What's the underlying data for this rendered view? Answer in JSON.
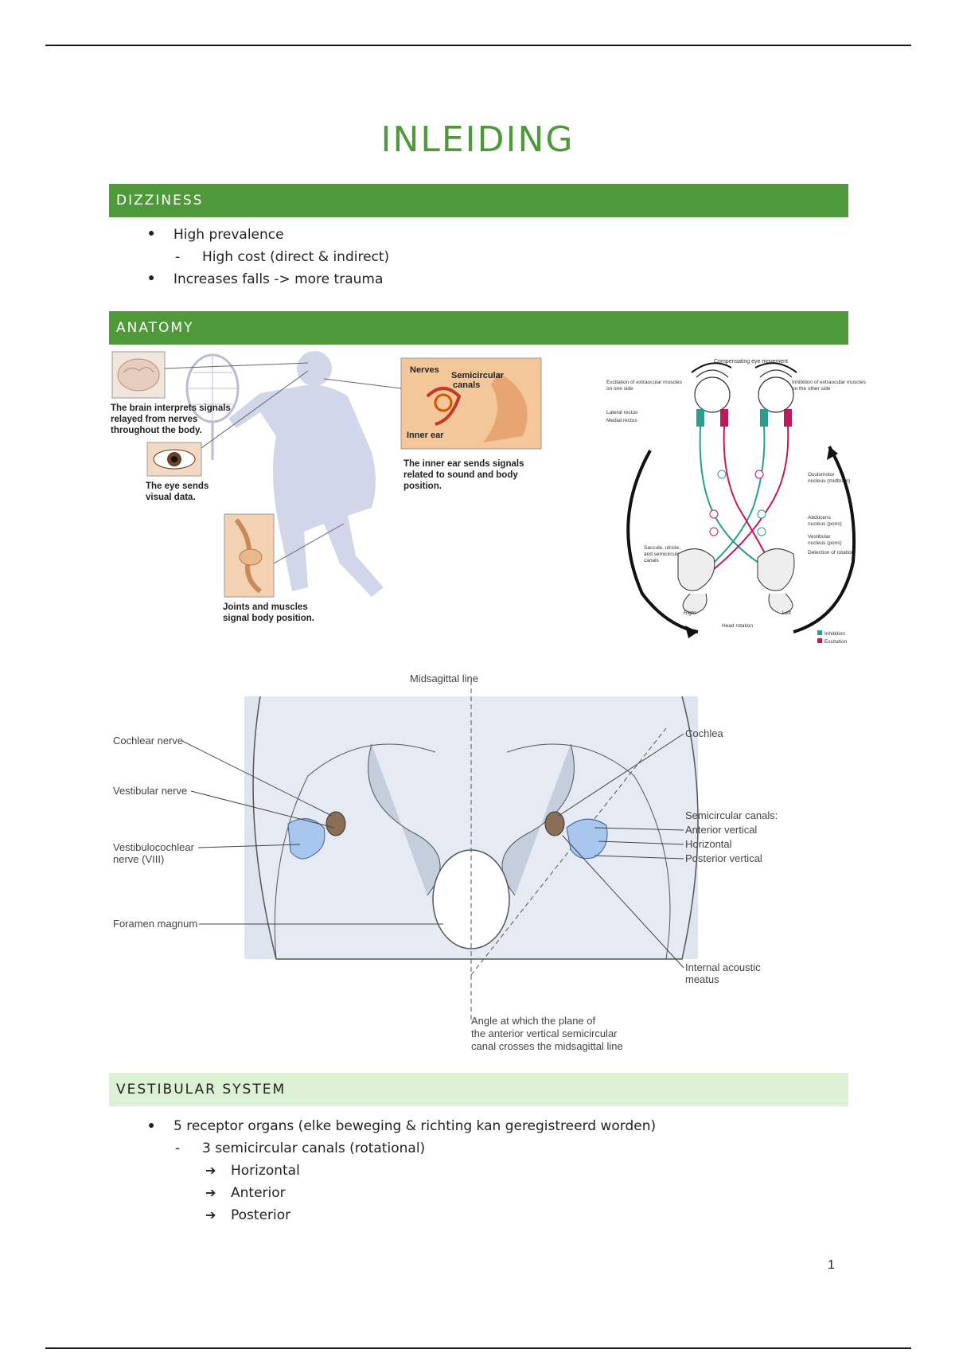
{
  "page": {
    "title": "INLEIDING",
    "page_number": "1"
  },
  "sections": {
    "dizziness": {
      "heading": "DIZZINESS",
      "items": [
        "High prevalence",
        "High cost (direct & indirect)",
        "Increases falls -> more trauma"
      ]
    },
    "anatomy": {
      "heading": "ANATOMY"
    },
    "vestibular": {
      "heading": "VESTIBULAR SYSTEM",
      "items": [
        "5 receptor organs (elke beweging & richting kan geregistreerd worden)",
        "3 semicircular canals (rotational)",
        "Horizontal",
        "Anterior",
        "Posterior"
      ]
    }
  },
  "figure_balance": {
    "labels": {
      "nerves": "Nerves",
      "canals": "Semicircular canals",
      "inner_ear": "Inner ear",
      "brain": "The brain interprets signals relayed from nerves throughout the body.",
      "eye": "The eye sends visual data.",
      "inner_ear_caption": "The inner ear sends signals related to sound and body position.",
      "joints": "Joints and muscles signal body position."
    }
  },
  "figure_vor": {
    "labels": {
      "top": "Compensating eye movement",
      "excitation_left": "Excitation of extraocular muscles on one side",
      "inhibition_right": "Inhibition of extraocular muscles on the other side",
      "lateral_rectus": "Lateral rectus",
      "medial_rectus": "Medial rectus",
      "oculomotor": "Oculomotor nucleus (midbrain)",
      "abducens": "Abducens nucleus (pons)",
      "vestibular_nuclei": "Vestibular nucleus (pons)",
      "detection": "Detection of rotation",
      "saccule": "Saccule, utricle, and semicircular canals",
      "right": "Right",
      "left": "Left",
      "head_rotation": "Head rotation",
      "legend_inhibition": "Inhibition",
      "legend_excitation": "Excitation"
    },
    "colors": {
      "inhibition": "#2a9d8f",
      "excitation": "#c2185b"
    }
  },
  "figure_skull": {
    "labels": {
      "midsagittal": "Midsagittal line",
      "cochlear_nerve": "Cochlear nerve",
      "vestibular_nerve": "Vestibular nerve",
      "vestibulocochlear_1": "Vestibulocochlear",
      "vestibulocochlear_2": "nerve (VIII)",
      "foramen": "Foramen magnum",
      "cochlea": "Cochlea",
      "sc_canals": "Semicircular canals:",
      "anterior": "Anterior vertical",
      "horizontal": "Horizontal",
      "posterior": "Posterior vertical",
      "iam_1": "Internal acoustic",
      "iam_2": "meatus",
      "angle_1": "Angle at which the plane of",
      "angle_2": "the anterior vertical semicircular",
      "angle_3": "canal crosses the midsagittal line"
    }
  }
}
